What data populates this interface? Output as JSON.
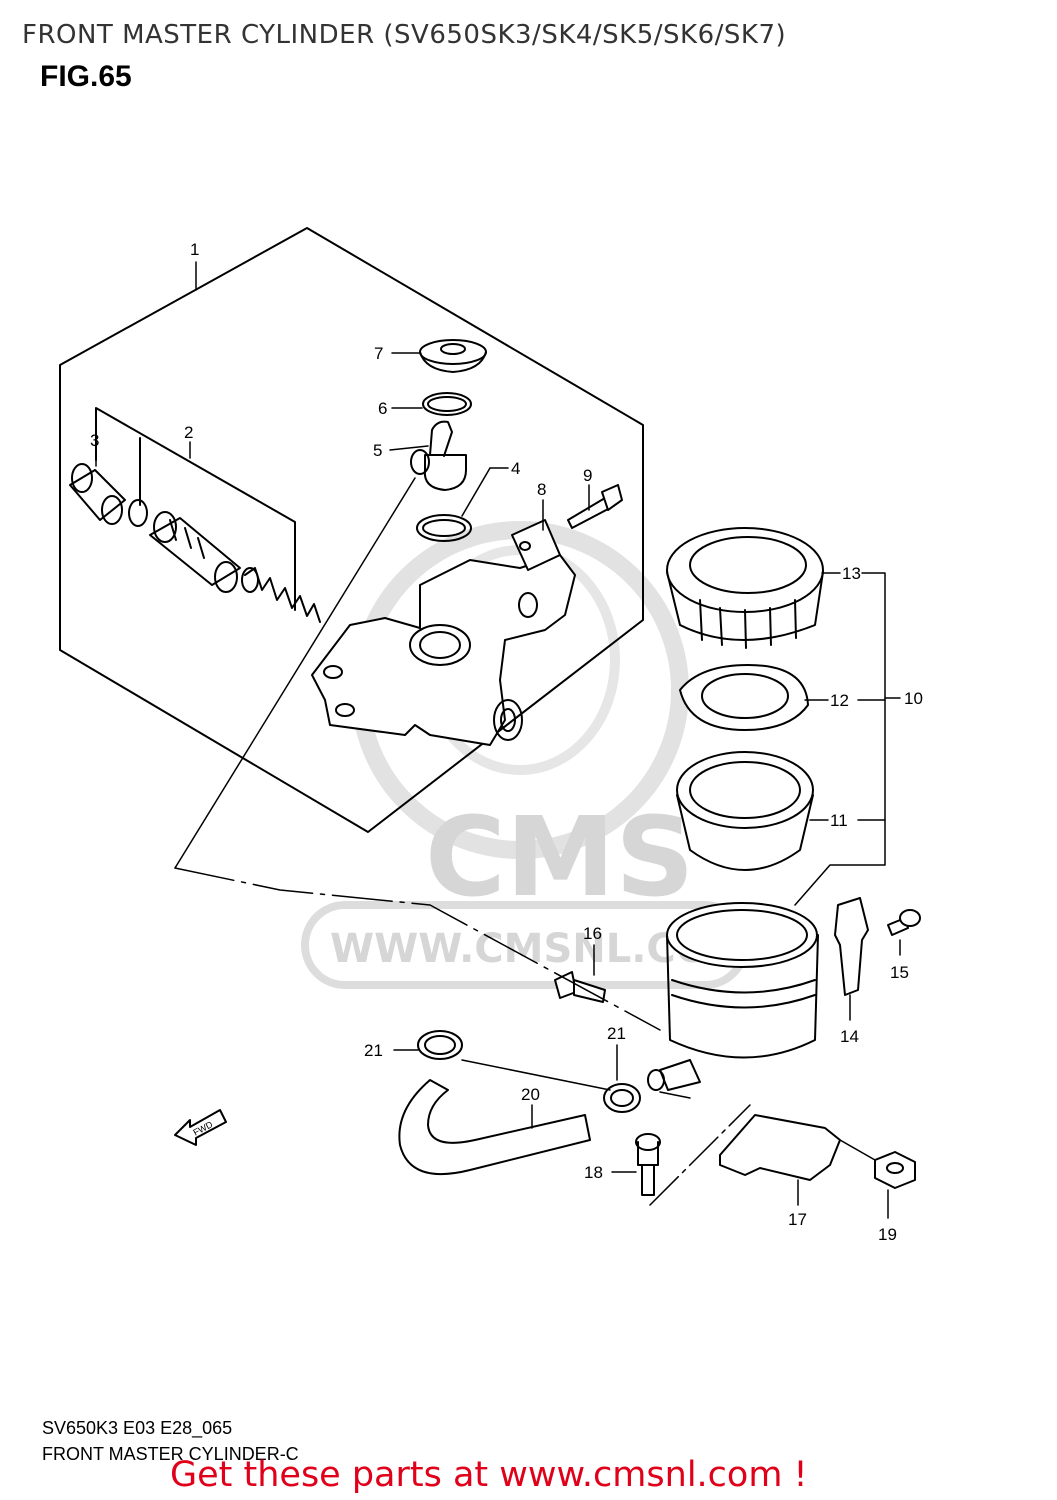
{
  "header": {
    "title": "FRONT MASTER CYLINDER (SV650SK3/SK4/SK5/SK6/SK7)",
    "figure": "FIG.65"
  },
  "footer": {
    "code": "SV650K3 E03 E28_065",
    "caption": "FRONT MASTER CYLINDER-C",
    "cta": "Get these parts at www.cmsnl.com !"
  },
  "watermark": {
    "brand": "CMS",
    "url": "WWW.CMSNL.COM"
  },
  "direction_marker": "FWD",
  "callouts": {
    "c1": "1",
    "c2": "2",
    "c3": "3",
    "c4": "4",
    "c5": "5",
    "c6": "6",
    "c7": "7",
    "c8": "8",
    "c9": "9",
    "c10": "10",
    "c11": "11",
    "c12": "12",
    "c13": "13",
    "c14": "14",
    "c15": "15",
    "c16": "16",
    "c17": "17",
    "c18": "18",
    "c19": "19",
    "c20": "20",
    "c21a": "21",
    "c21b": "21"
  }
}
